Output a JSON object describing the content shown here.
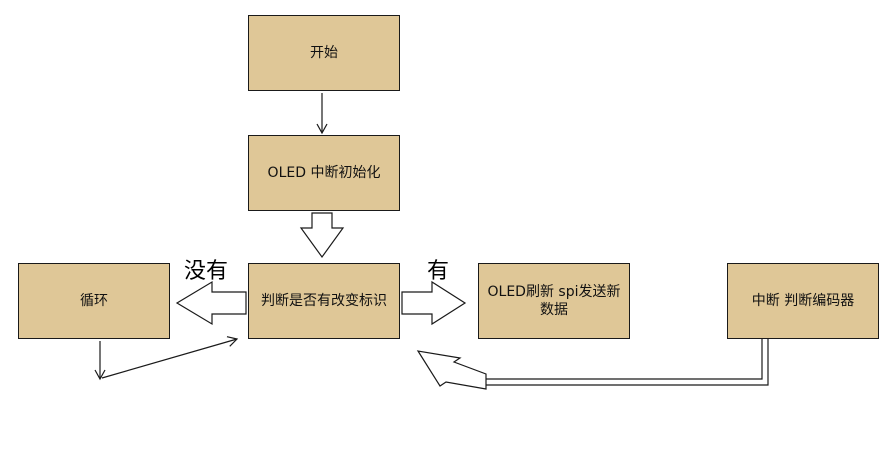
{
  "nodes": {
    "start": "开始",
    "oled_init": "OLED 中断初始化",
    "check": "判断是否有改变标识",
    "loop": "循环",
    "refresh": "OLED刷新 spi发送新数据",
    "isr": "中断 判断编码器"
  },
  "edge_labels": {
    "no": "没有",
    "yes": "有"
  },
  "colors": {
    "box_fill": "#dfc797",
    "stroke": "#1a1a1a"
  }
}
